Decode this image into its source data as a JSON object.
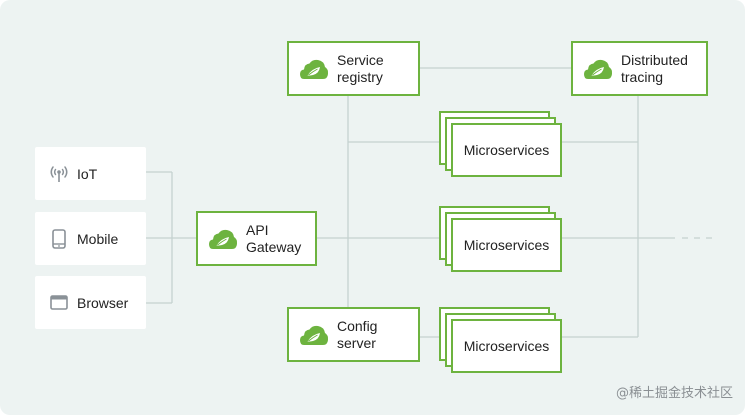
{
  "clients": [
    {
      "label": "IoT",
      "icon": "wifi-signal-icon"
    },
    {
      "label": "Mobile",
      "icon": "mobile-phone-icon"
    },
    {
      "label": "Browser",
      "icon": "browser-window-icon"
    }
  ],
  "gateway": {
    "line1": "API",
    "line2": "Gateway",
    "icon": "spring-leaf-icon"
  },
  "service_registry": {
    "line1": "Service",
    "line2": "registry",
    "icon": "spring-leaf-icon"
  },
  "config_server": {
    "line1": "Config",
    "line2": "server",
    "icon": "spring-leaf-icon"
  },
  "distributed_tracing": {
    "line1": "Distributed",
    "line2": "tracing",
    "icon": "spring-leaf-icon"
  },
  "microservices": [
    "Microservices",
    "Microservices",
    "Microservices"
  ],
  "watermark": "@稀土掘金技术社区",
  "colors": {
    "background": "#edf3f2",
    "accent": "#6db33f",
    "connector": "#c5d2d0",
    "icon_gray": "#8a9197"
  }
}
